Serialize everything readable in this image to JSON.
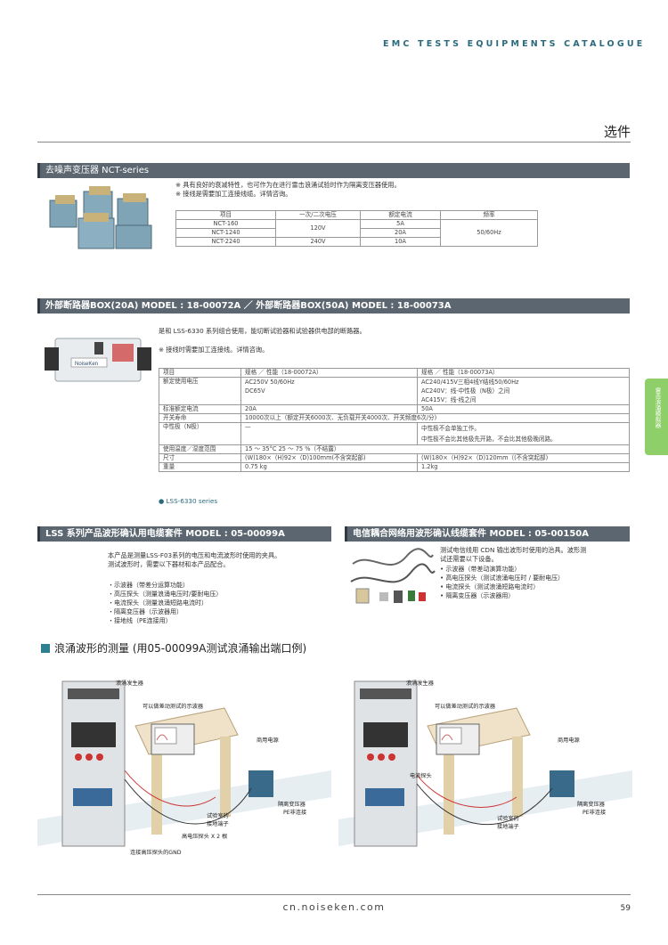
{
  "header": {
    "catalogue": "EMC TESTS EQUIPMENTS CATALOGUE",
    "title": "选件"
  },
  "side_tab": "雷击浪涌模拟器",
  "nct": {
    "title": "去噪声变压器  NCT-series",
    "notes": [
      "※ 具有良好的衰减特性，也可作为在进行雷击浪涌试验时作为隔离变压器使用。",
      "※ 接线是需要加工连接线缆。详情咨询。"
    ],
    "headers": [
      "项目",
      "一次/二次电压",
      "额定电流",
      "频率"
    ],
    "rows": [
      [
        "NCT-160",
        "5A"
      ],
      [
        "NCT-1240",
        "20A"
      ],
      [
        "NCT-2240",
        "10A"
      ]
    ],
    "voltage_a": "120V",
    "voltage_b": "240V",
    "frequency": "50/60Hz"
  },
  "breaker": {
    "title": "外部断路器BOX(20A)   MODEL : 18-00072A  ／ 外部断路器BOX(50A)   MODEL : 18-00073A",
    "desc": "是和 LSS-6330 系列组合使用，能切断试验器和试验器供电部的断路器。",
    "note": "※ 接线时需要加工连接线。详情咨询。",
    "brand": "NoiseKen",
    "table": {
      "h": [
        "项目",
        "规格 ／ 性能（18-00072A）",
        "规格 ／ 性能（18-00073A）"
      ],
      "rated_v_label": "额定使用电压",
      "rated_v_a": [
        "AC250V 50/60Hz",
        "DC65V"
      ],
      "rated_v_b": [
        "AC240/415V三相4线Y结线50/60Hz",
        "AC240V：线-中性极（N极）之间",
        "AC415V：线-线之间"
      ],
      "rated_i": [
        "标准额定电流",
        "20A",
        "50A"
      ],
      "life_label": "开关寿命",
      "life_text": "10000次以上（额定开关6000次、无负载开关4000次、开关频度6次/分)",
      "neutral_label": "中性极（N极）",
      "neutral_a": "—",
      "neutral_b": [
        "中性极不会单独工作。",
        "中性极不会比其他极先开路，不会比其他极晚闭路。"
      ],
      "temp_label": "使用温度／湿度范围",
      "temp_text": "15 ～ 35°C 25 ～ 75 %（不结露）",
      "size": [
        "尺寸",
        "(W)180×（H)92×（D)100mm(不含突起部)",
        "(W)180×（H)92×（D)120mm（(不含突起部)"
      ],
      "weight": [
        "重量",
        "0.75 kg",
        "1.2kg"
      ]
    },
    "series_note": "● LSS-6330 series"
  },
  "lss_cable": {
    "title": "LSS 系列产品波形确认用电缆套件   MODEL : 05-00099A",
    "desc": [
      "本产品是测量LSS-F03系列的电压和电流波形时使用的夹具。",
      "测试波形时，需要以下器材和本产品配合。"
    ],
    "items": [
      "・示波器（带差分运算功能）",
      "・高压探头（测量浪涌电压时/要耐电压）",
      "・电流探头（测量浪涌短路电流时）",
      "・隔离变压器（示波器用）",
      "・接地线（PE连接用）"
    ]
  },
  "cdn_cable": {
    "title": "电信耦合网络用波形确认线缆套件   MODEL : 05-00150A",
    "desc": [
      "测试电信线用 CDN 输出波形时使用的治具。波形测",
      "试还需要以下设备。"
    ],
    "items": [
      "• 示波器（带差动演算功能）",
      "• 高电压探头（测试浪涌电压时 / 要耐电压）",
      "• 电流探头（测试浪涌短路电流时）",
      "• 隔离变压器（示波器用）"
    ]
  },
  "measure": {
    "title": "浪涌波形的测量 (用05-00099A测试浪涌输出端口例)",
    "left": {
      "gen": "浪涌发生器",
      "scope": "可以做差动测试的示波器",
      "power": "商用电源",
      "iso": "隔离变压器",
      "pe": "PE非连接",
      "ground": "试验室的",
      "ground2": "接地端子",
      "hv": "高电压探头 X 2 根",
      "gnd": "连接高压探头的GND"
    },
    "right": {
      "gen": "浪涌发生器",
      "scope": "可以做差动测试的示波器",
      "power": "商用电源",
      "probe": "电流探头",
      "iso": "隔离变压器",
      "pe": "PE非连接",
      "ground": "试验室的",
      "ground2": "接地端子"
    }
  },
  "footer": {
    "url": "cn.noiseken.com",
    "page": "59"
  },
  "colors": {
    "section_bar": "#5b6670",
    "accent": "#2e7f92",
    "tab": "#8fcf6a"
  }
}
